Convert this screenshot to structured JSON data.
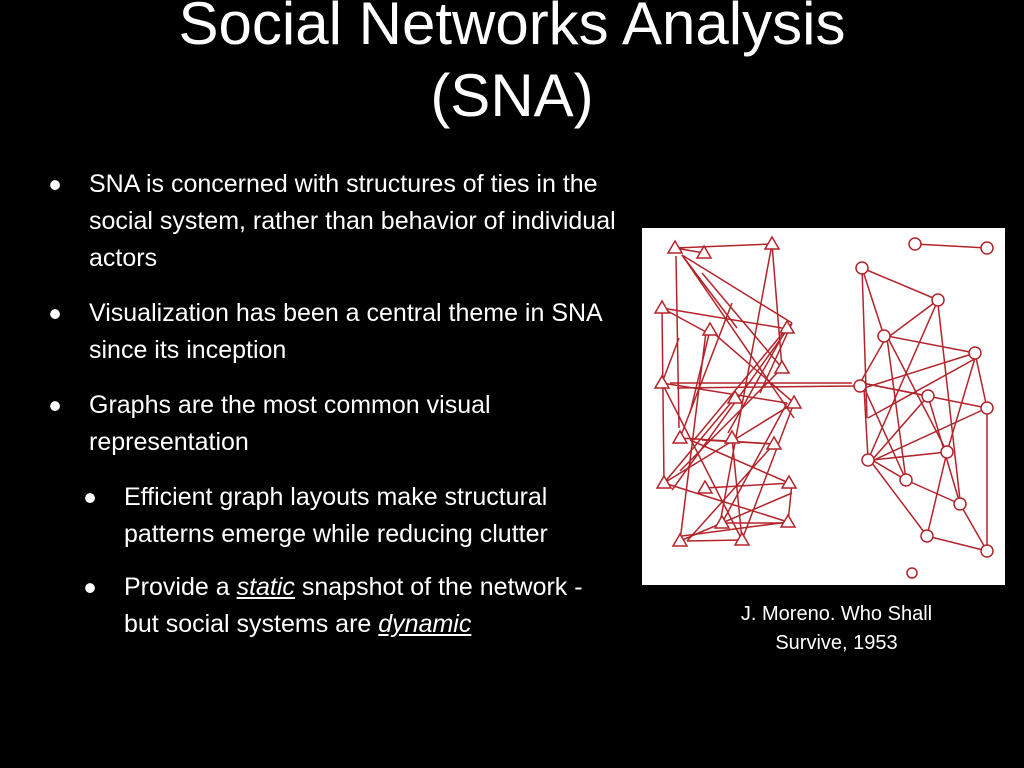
{
  "title": {
    "line1": "Social Networks Analysis",
    "line2": "(SNA)"
  },
  "bullets": [
    {
      "level": 1,
      "text": "SNA is concerned with structures of ties in the social system, rather than behavior of individual actors"
    },
    {
      "level": 1,
      "text": "Visualization has been a central theme in SNA since its inception"
    },
    {
      "level": 1,
      "text": "Graphs are the most common visual representation"
    },
    {
      "level": 2,
      "text": "Efficient graph layouts make structural patterns emerge while reducing clutter"
    },
    {
      "level": 2,
      "text_before": "Provide a ",
      "emphasis_1": "static",
      "text_middle": " snapshot of the network - but social systems are ",
      "emphasis_2": "dynamic"
    }
  ],
  "figure": {
    "description_icon": "sociogram-image",
    "stroke_color": "#b3242a",
    "background_color": "#ffffff"
  },
  "caption": {
    "line1": "J. Moreno. Who Shall",
    "line2": "Survive, 1953"
  }
}
